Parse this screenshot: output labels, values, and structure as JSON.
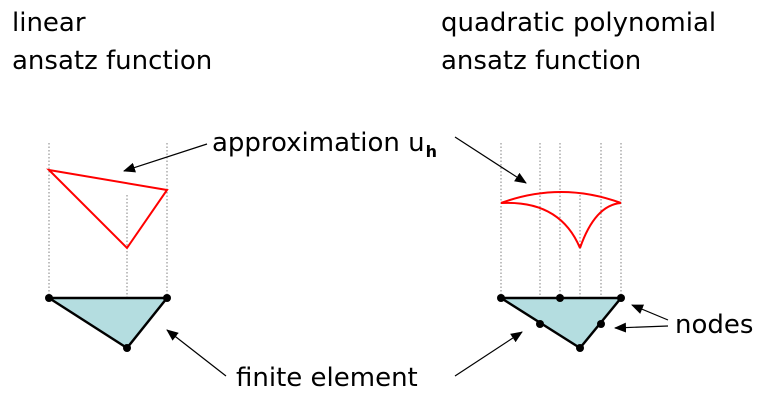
{
  "titles": {
    "linear_line1": "linear",
    "linear_line2": "ansatz function",
    "quadratic_line1": "quadratic polynomial",
    "quadratic_line2": "ansatz function"
  },
  "labels": {
    "approximation": "approximation u",
    "approximation_subscript": "h",
    "nodes": "nodes",
    "finite_element": "finite element"
  },
  "colors": {
    "element_fill": "#b4dde0",
    "approximation_stroke": "#ff0000",
    "edge": "#000000",
    "guide": "#808080"
  }
}
